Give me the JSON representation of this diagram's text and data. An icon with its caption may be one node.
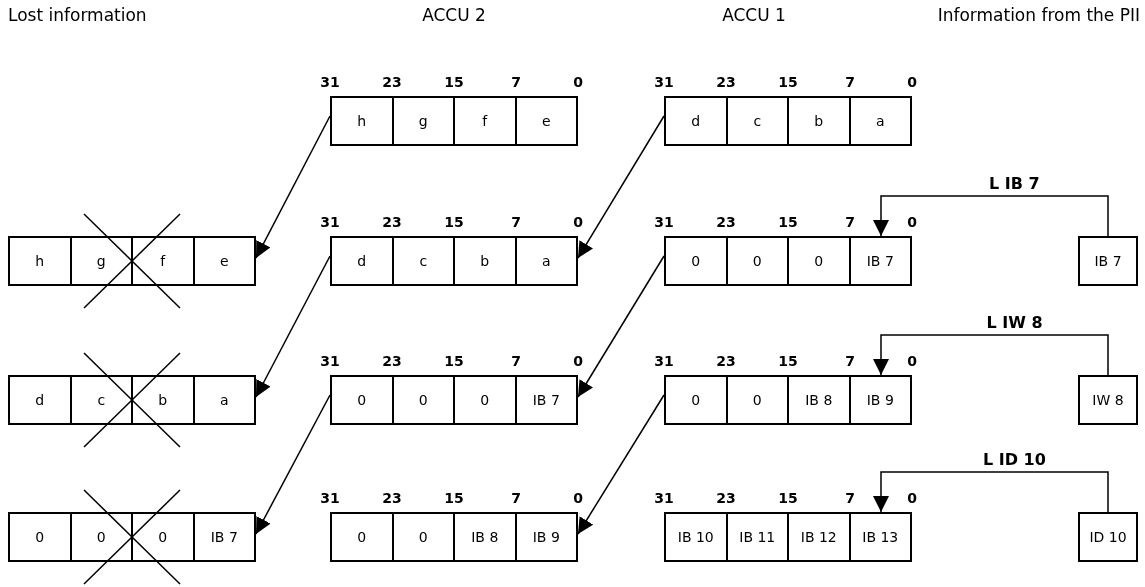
{
  "diagram": {
    "nodes": [
      {
        "text": [
          "h",
          "g",
          "f",
          "e"
        ],
        "beside": [
          "31",
          "23",
          "15",
          "7",
          "0"
        ]
      },
      {
        "text": [
          "d",
          "c",
          "b",
          "a"
        ],
        "beside": [
          "31",
          "23",
          "15",
          "7",
          "0"
        ]
      },
      {
        "text": [
          "h",
          "g",
          "f",
          "e"
        ]
      },
      {
        "text": [
          "d",
          "c",
          "b",
          "a"
        ],
        "beside": [
          "31",
          "23",
          "15",
          "7",
          "0"
        ]
      },
      {
        "text": [
          "0",
          "0",
          "0",
          "IB 7"
        ],
        "beside": [
          "31",
          "23",
          "15",
          "7",
          "0"
        ]
      },
      {
        "text": [
          "IB 7"
        ]
      },
      {
        "text": [
          "d",
          "c",
          "b",
          "a"
        ]
      },
      {
        "text": [
          "0",
          "0",
          "0",
          "IB 7"
        ],
        "beside": [
          "31",
          "23",
          "15",
          "7",
          "0"
        ]
      },
      {
        "text": [
          "0",
          "0",
          "IB 8",
          "IB 9"
        ],
        "beside": [
          "31",
          "23",
          "15",
          "7",
          "0"
        ]
      },
      {
        "text": [
          "IW 8"
        ]
      },
      {
        "text": [
          "0",
          "0",
          "0",
          "IB 7"
        ]
      },
      {
        "text": [
          "0",
          "0",
          "IB 8",
          "IB 9"
        ],
        "beside": [
          "31",
          "23",
          "15",
          "7",
          "0"
        ]
      },
      {
        "text": [
          "IB 10",
          "IB 11",
          "IB 12",
          "IB 13"
        ],
        "beside": [
          "31",
          "23",
          "15",
          "7",
          "0"
        ]
      },
      {
        "text": [
          "ID 10"
        ]
      }
    ],
    "edges": [
      {
        "from": 0,
        "to": 2,
        "arrow": "to"
      },
      {
        "from": 1,
        "to": 3,
        "arrow": "to"
      },
      {
        "from": 5,
        "to": 4,
        "arrow": "to",
        "label": "L IB 7"
      },
      {
        "from": 3,
        "to": 6,
        "arrow": "to"
      },
      {
        "from": 4,
        "to": 7,
        "arrow": "to"
      },
      {
        "from": 9,
        "to": 8,
        "arrow": "to",
        "label": "L IW 8"
      },
      {
        "from": 7,
        "to": 10,
        "arrow": "to"
      },
      {
        "from": 8,
        "to": 11,
        "arrow": "to"
      },
      {
        "from": 13,
        "to": 12,
        "arrow": "to",
        "label": "L ID 10"
      }
    ],
    "labels": [
      "Lost information",
      "ACCU 2",
      "ACCU 1",
      "Information from the PII"
    ]
  }
}
